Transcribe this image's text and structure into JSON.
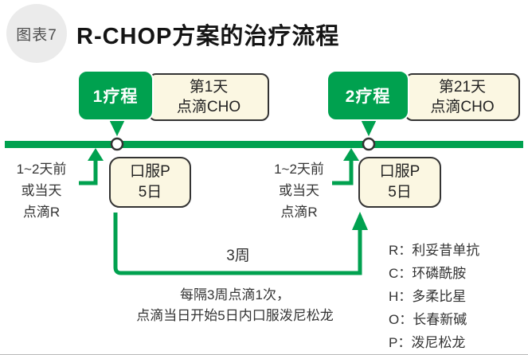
{
  "colors": {
    "green": "#00a14f",
    "cream": "#fbf7e2",
    "border": "#333333",
    "badge_bg": "#ebebeb"
  },
  "header": {
    "badge": "图表7",
    "title": "R-CHOP方案的治疗流程"
  },
  "timeline": {
    "cycles": [
      {
        "bubble": "1疗程",
        "day_line1": "第1天",
        "day_line2": "点滴CHO",
        "pre_note": [
          "1~2天前",
          "或当天",
          "点滴R"
        ],
        "oral_line1": "口服P",
        "oral_line2": "5日"
      },
      {
        "bubble": "2疗程",
        "day_line1": "第21天",
        "day_line2": "点滴CHO",
        "pre_note": [
          "1~2天前",
          "或当天",
          "点滴R"
        ],
        "oral_line1": "口服P",
        "oral_line2": "5日"
      }
    ],
    "interval_label": "3周"
  },
  "notes": {
    "line1": "每隔3周点滴1次，",
    "line2": "点滴当日开始5日内口服泼尼松龙"
  },
  "legend": {
    "items": [
      "R：利妥昔单抗",
      "C：环磷酰胺",
      "H：多柔比星",
      "O：长春新碱",
      "P：泼尼松龙"
    ]
  }
}
